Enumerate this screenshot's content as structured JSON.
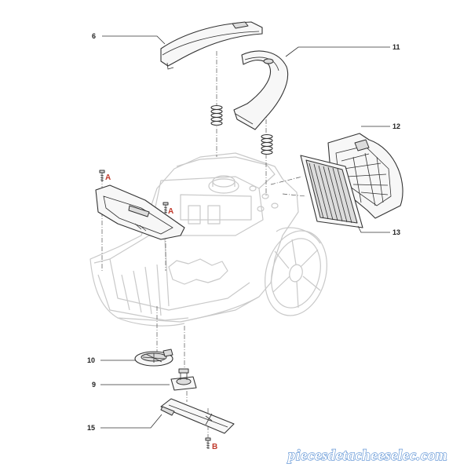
{
  "callouts": {
    "c6": "6",
    "c11": "11",
    "c12": "12",
    "c13": "13",
    "c10": "10",
    "c9": "9",
    "c15": "15"
  },
  "letters": {
    "a_left": "A",
    "a_right": "A",
    "b_bottom": "B"
  },
  "watermark": "piecesdetacheeselec.com",
  "colors": {
    "callout_letter": "#c0392b",
    "watermark_outline": "#6a9bd8",
    "body_ghost": "#c9c9c9"
  }
}
